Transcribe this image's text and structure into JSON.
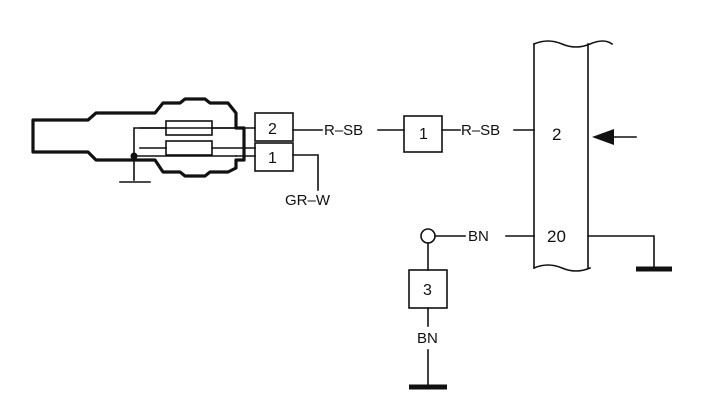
{
  "sensor_connector": {
    "pin_top": "2",
    "pin_bottom": "1"
  },
  "wires": {
    "sensor_to_inline": "R–SB",
    "inline_to_ecu": "R–SB",
    "sensor_pin1": "GR–W",
    "ground_to_ecu": "BN",
    "component3_to_ground": "BN"
  },
  "inline_connector": {
    "pin": "1"
  },
  "ecu": {
    "pin_upper": "2",
    "pin_lower": "20"
  },
  "component3": {
    "label": "3"
  }
}
